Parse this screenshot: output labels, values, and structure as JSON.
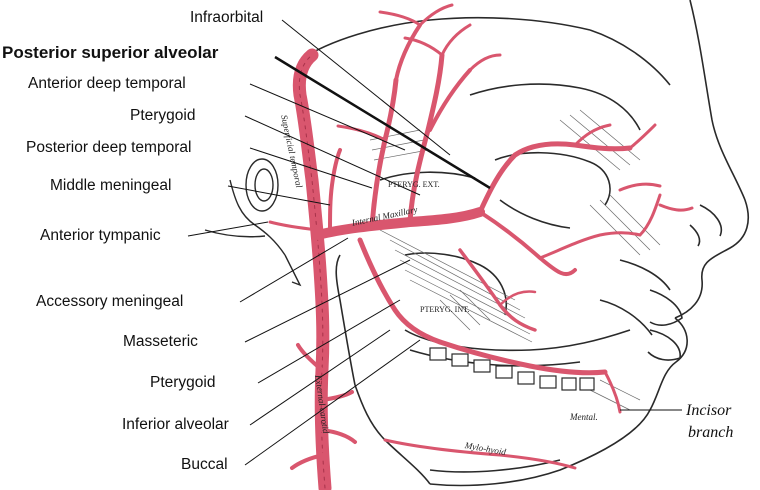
{
  "labels": {
    "infraorbital": "Infraorbital",
    "posterior_superior_alveolar": "Posterior superior alveolar",
    "anterior_deep_temporal": "Anterior deep temporal",
    "pterygoid_upper": "Pterygoid",
    "posterior_deep_temporal": "Posterior deep temporal",
    "middle_meningeal": "Middle meningeal",
    "anterior_tympanic": "Anterior tympanic",
    "accessory_meningeal": "Accessory meningeal",
    "masseteric": "Masseteric",
    "pterygoid_lower": "Pterygoid",
    "inferior_alveolar": "Inferior alveolar",
    "buccal": "Buccal",
    "incisor_line1": "Incisor",
    "incisor_line2": "branch"
  },
  "embedded_text": {
    "internal_maxillary": "Internal Maxillary",
    "external_carotid": "External carotid",
    "superficial_temporal": "Superficial temporal",
    "pteryg_int": "PTERYG. INT.",
    "pteryg_ext": "PTERYG. EXT.",
    "mental": "Mental.",
    "mylo_hyoid": "Mylo-hyoid"
  },
  "colors": {
    "artery": "#d9566e",
    "artery_dark": "#a8324a",
    "ink": "#2a2a2a",
    "leader": "#111111"
  }
}
